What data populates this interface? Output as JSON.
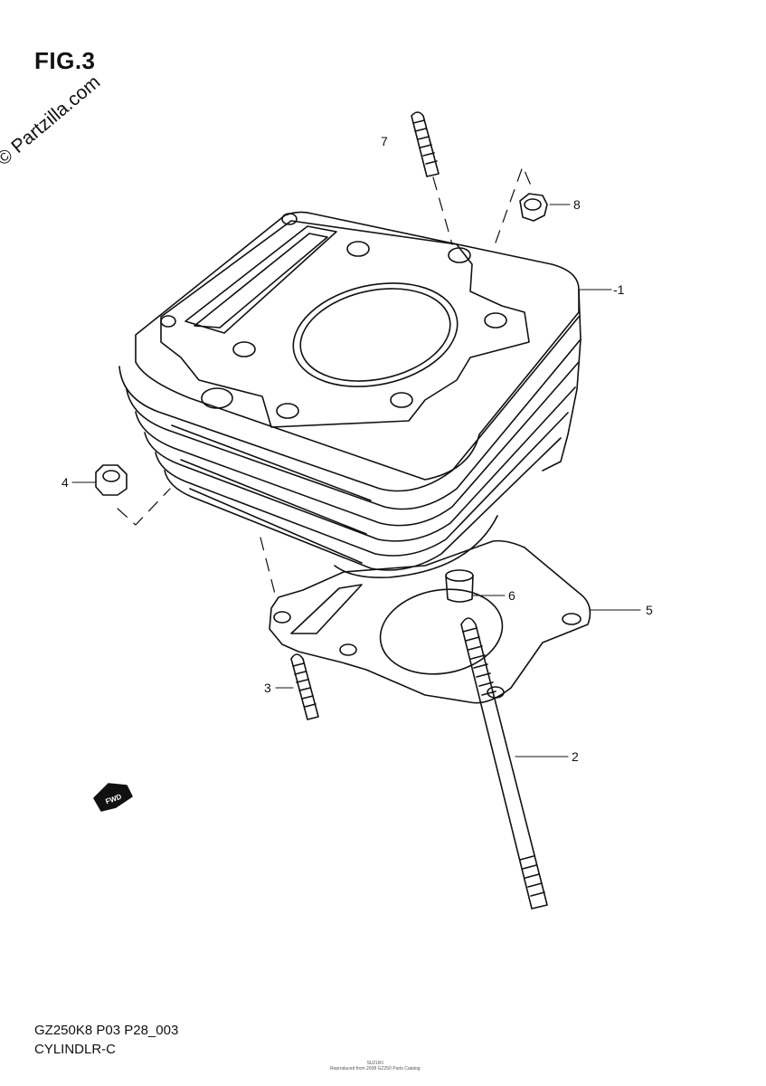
{
  "figure": {
    "title": "FIG.3",
    "watermark": "© Partzilla.com",
    "footer_code": "GZ250K8 P03 P28_003",
    "footer_name": "CYLINDLR-C",
    "footer_small_line1": "SUZUKI",
    "footer_small_line2": "Reproduced from 2008 GZ250 Parts Catalog"
  },
  "callouts": [
    {
      "id": "1",
      "label": "-1",
      "part": "cylinder"
    },
    {
      "id": "2",
      "label": "2",
      "part": "long stud bolt"
    },
    {
      "id": "3",
      "label": "3",
      "part": "short stud bolt"
    },
    {
      "id": "4",
      "label": "4",
      "part": "nut"
    },
    {
      "id": "5",
      "label": "5",
      "part": "cylinder base gasket"
    },
    {
      "id": "6",
      "label": "6",
      "part": "dowel pin"
    },
    {
      "id": "7",
      "label": "7",
      "part": "stud bolt"
    },
    {
      "id": "8",
      "label": "8",
      "part": "nut"
    }
  ],
  "icons": {
    "fwd_arrow": "fwd-arrow-icon",
    "fwd_text": "FWD"
  }
}
